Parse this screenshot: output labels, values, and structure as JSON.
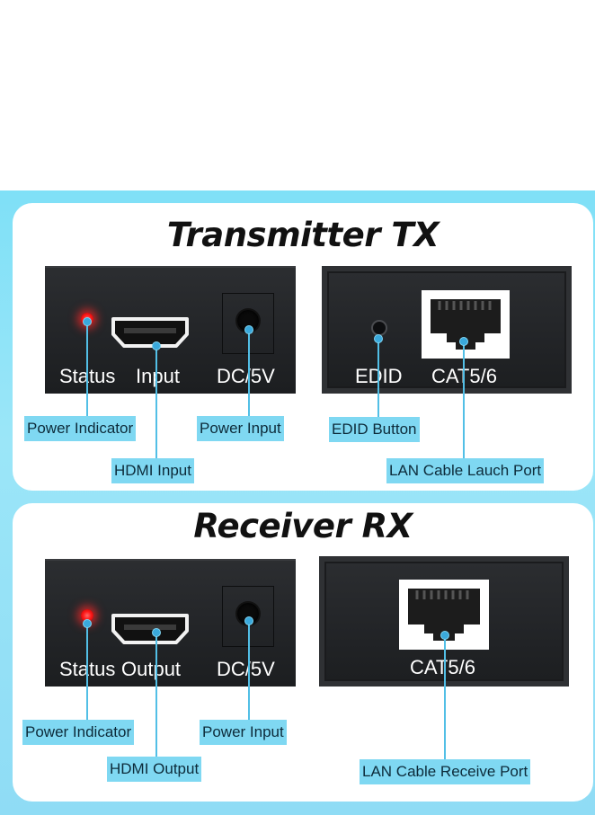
{
  "transmitter": {
    "title": "Transmitter TX",
    "front_labels": {
      "status": "Status",
      "input": "Input",
      "dc": "DC/5V"
    },
    "rear_labels": {
      "edid": "EDID",
      "cat": "CAT5/6"
    },
    "callouts": {
      "power_indicator": "Power Indicator",
      "power_input": "Power Input",
      "hdmi_input": "HDMI Input",
      "edid_button": "EDID Button",
      "lan_port": "LAN Cable Lauch Port"
    }
  },
  "receiver": {
    "title": "Receiver RX",
    "front_labels": {
      "status": "Status",
      "output": "Output",
      "dc": "DC/5V"
    },
    "rear_labels": {
      "cat": "CAT5/6"
    },
    "callouts": {
      "power_indicator": "Power Indicator",
      "power_input": "Power Input",
      "hdmi_output": "HDMI Output",
      "lan_port": "LAN Cable Receive Port"
    }
  },
  "colors": {
    "background_band": "#8fdcf5",
    "callout_fill": "#7fd8f2",
    "leader_line": "#52bfe6",
    "panel": "#26282b",
    "led": "#ff1a1a"
  }
}
